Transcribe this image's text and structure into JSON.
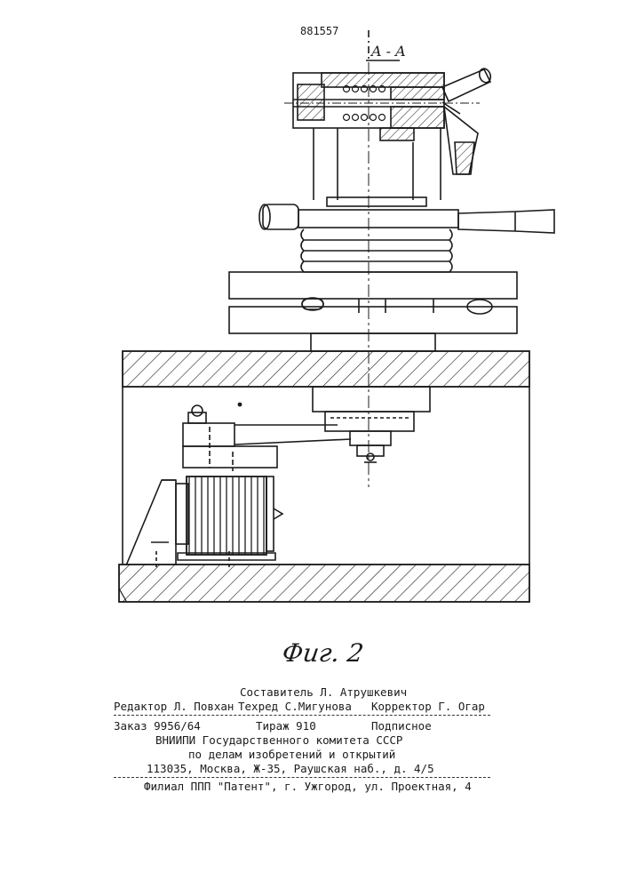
{
  "header": {
    "patent_number": "881557"
  },
  "drawing": {
    "section_label": "A - A",
    "figure_caption": "Фиг. 2"
  },
  "imprint": {
    "compiler": "Составитель Л. Атрушкевич",
    "editor": "Редактор Л. Повхан",
    "tech_editor": "Техред С.Мигунова",
    "proofreader": "Корректор Г. Огар",
    "order": "Заказ 9956/64",
    "circulation": "Тираж 910",
    "subscription": "Подписное",
    "org_line1": "ВНИИПИ Государственного комитета СССР",
    "org_line2": "по делам изобретений и открытий",
    "address": "113035, Москва, Ж-35, Раушская наб., д. 4/5",
    "branch": "Филиал ППП \"Патент\", г. Ужгород, ул. Проектная, 4"
  }
}
